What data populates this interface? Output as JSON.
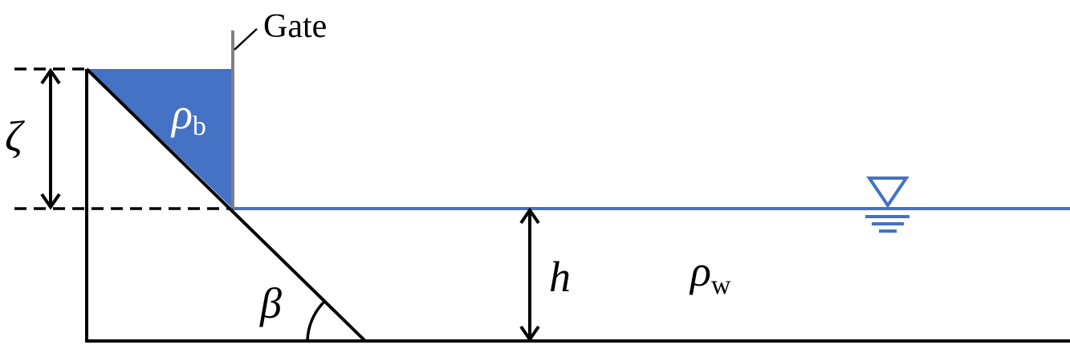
{
  "labels": {
    "gate": "Gate",
    "zeta": "ζ",
    "rho_b_base": "ρ",
    "rho_b_sub": "b",
    "rho_w_base": "ρ",
    "rho_w_sub": "w",
    "h": "h",
    "beta": "β"
  },
  "colors": {
    "line": "#000000",
    "fluid": "#4472c4",
    "gate": "#808080",
    "label_on_fluid": "#ffffff"
  }
}
